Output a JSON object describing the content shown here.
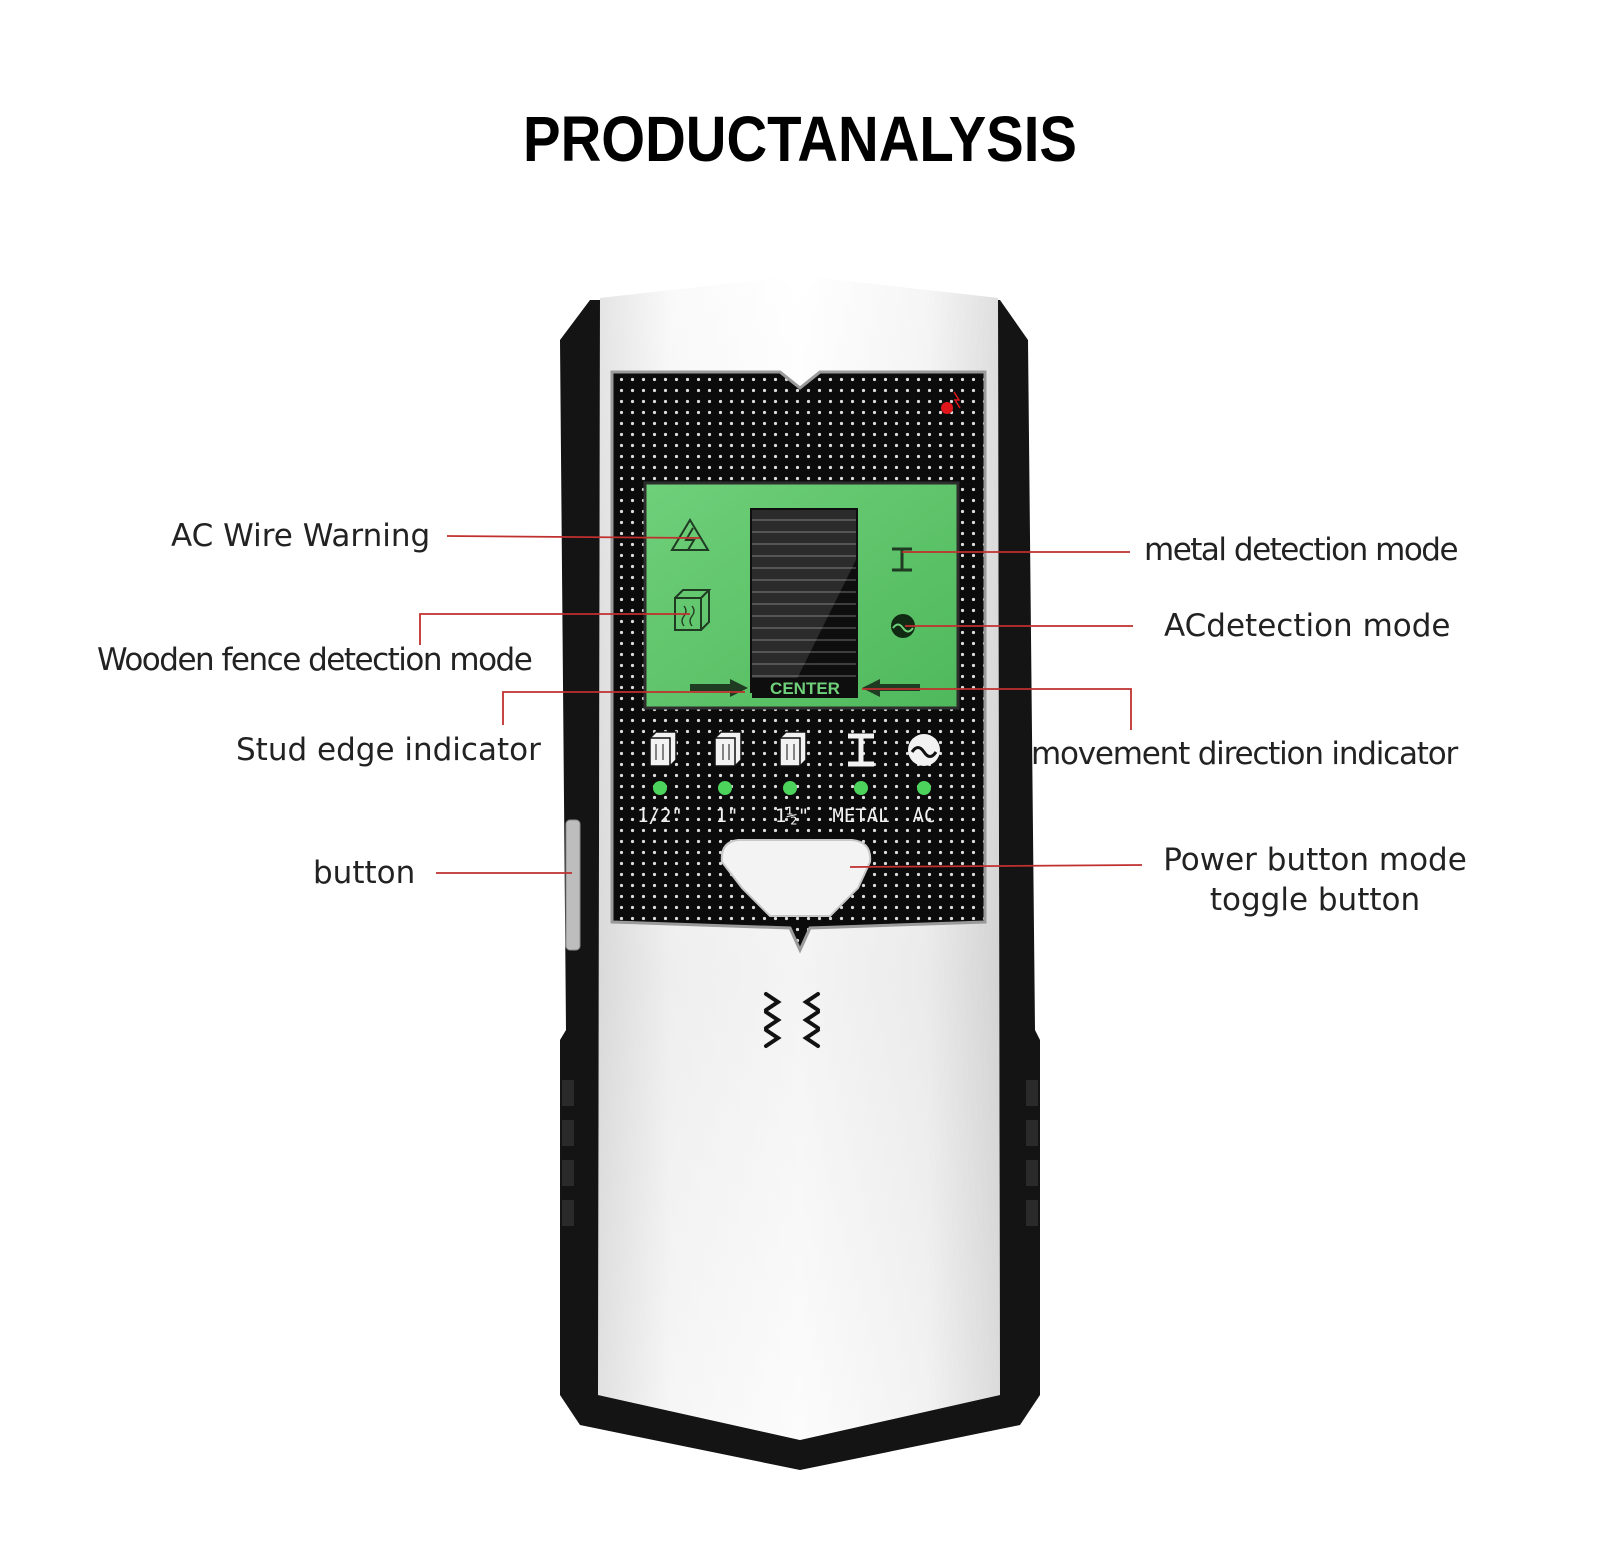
{
  "title": "PRODUCTANALYSIS",
  "callouts": {
    "ac_wire_warning": "AC Wire Warning",
    "wooden_fence_mode": "Wooden fence detection mode",
    "stud_edge_indicator": "Stud edge indicator",
    "button": "button",
    "metal_detection_mode": "metal detection mode",
    "ac_detection_mode": "ACdetection mode",
    "movement_direction_indicator": "movement direction indicator",
    "power_button_line1": "Power button mode",
    "power_button_line2": "toggle button"
  },
  "device": {
    "screen_center_label": "CENTER",
    "mode_labels": [
      "1/2\"",
      "1\"",
      "1½\"",
      "METAL",
      "AC"
    ]
  },
  "colors": {
    "leader_line": "#c0302e",
    "lcd_green": "#5fc46c",
    "indicator_led": "#4cd35c",
    "alert_led": "#e0161b",
    "body_black": "#141414",
    "body_silver": "#e9e9e9"
  }
}
